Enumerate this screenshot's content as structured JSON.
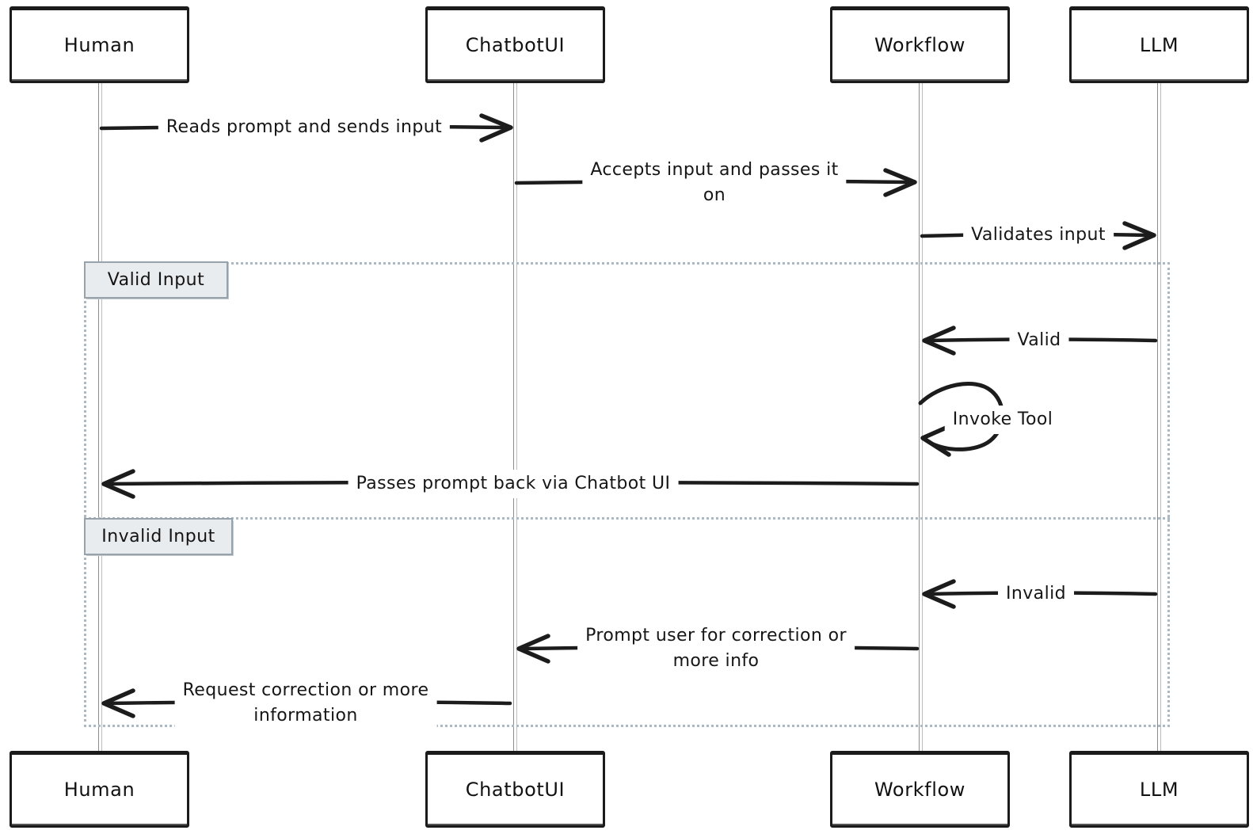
{
  "diagram": {
    "type": "sequence-diagram",
    "actors": [
      {
        "id": "human",
        "label": "Human"
      },
      {
        "id": "chatbotui",
        "label": "ChatbotUI"
      },
      {
        "id": "workflow",
        "label": "Workflow"
      },
      {
        "id": "llm",
        "label": "LLM"
      }
    ],
    "messages": [
      {
        "from": "Human",
        "to": "ChatbotUI",
        "arrow": "right",
        "label": "Reads prompt and sends input"
      },
      {
        "from": "ChatbotUI",
        "to": "Workflow",
        "arrow": "right",
        "label": "Accepts input and passes it\non"
      },
      {
        "from": "Workflow",
        "to": "LLM",
        "arrow": "right",
        "label": "Validates input"
      },
      {
        "from": "LLM",
        "to": "Workflow",
        "arrow": "left",
        "section": "Valid Input",
        "label": "Valid"
      },
      {
        "from": "Workflow",
        "to": "Workflow",
        "arrow": "self",
        "section": "Valid Input",
        "label": "Invoke Tool"
      },
      {
        "from": "Workflow",
        "to": "Human",
        "arrow": "left",
        "section": "Valid Input",
        "label": "Passes prompt back via Chatbot UI"
      },
      {
        "from": "LLM",
        "to": "Workflow",
        "arrow": "left",
        "section": "Invalid Input",
        "label": "Invalid"
      },
      {
        "from": "Workflow",
        "to": "ChatbotUI",
        "arrow": "left",
        "section": "Invalid Input",
        "label": "Prompt user for correction or\nmore info"
      },
      {
        "from": "ChatbotUI",
        "to": "Human",
        "arrow": "left",
        "section": "Invalid Input",
        "label": "Request correction or more\ninformation"
      }
    ],
    "alt": {
      "sections": [
        {
          "label": "Valid Input"
        },
        {
          "label": "Invalid Input"
        }
      ]
    },
    "colors": {
      "background": "#ffffff",
      "stroke": "#1c1c1c",
      "lifeline": "#8d8d8d",
      "frame_dotted": "#aeb8c0",
      "section_label_bg": "#e9ecef",
      "section_label_border": "#98a2aa"
    }
  }
}
